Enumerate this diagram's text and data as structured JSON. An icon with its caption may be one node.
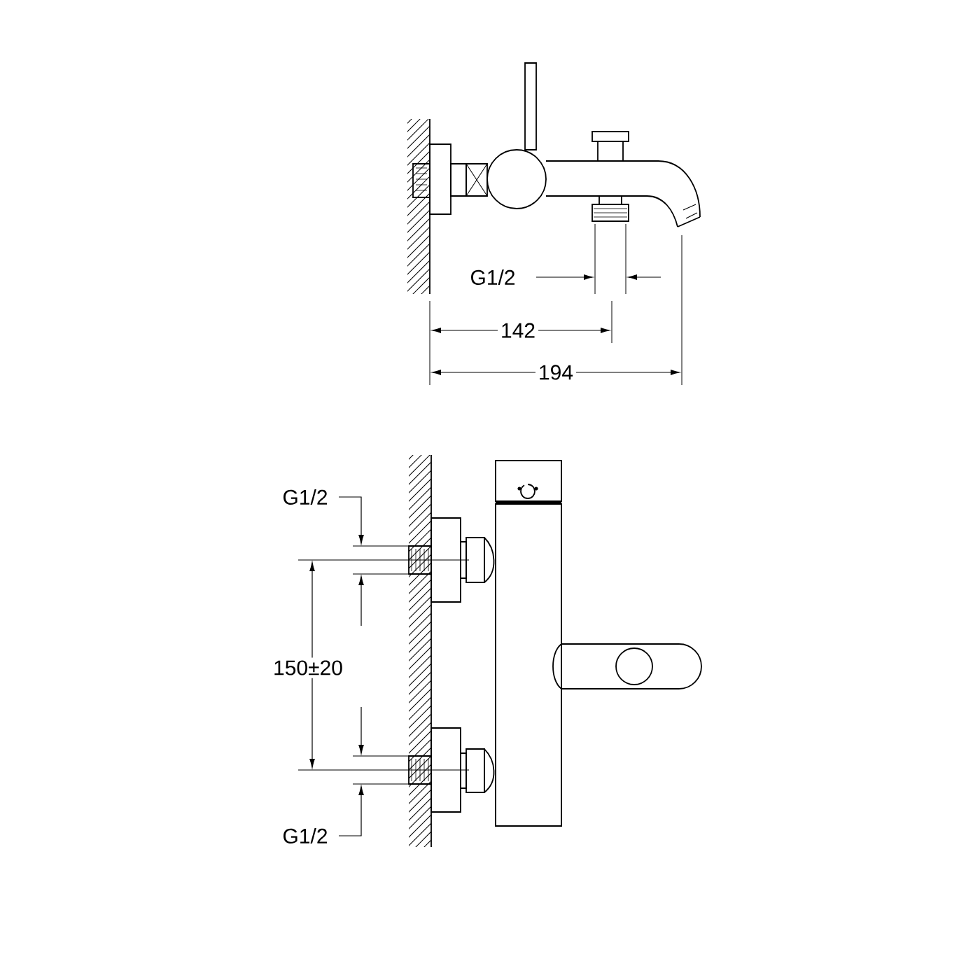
{
  "diagram": {
    "labels": [
      "G1/2",
      "142",
      "194",
      "G1/2",
      "150±20",
      "G1/2"
    ]
  }
}
